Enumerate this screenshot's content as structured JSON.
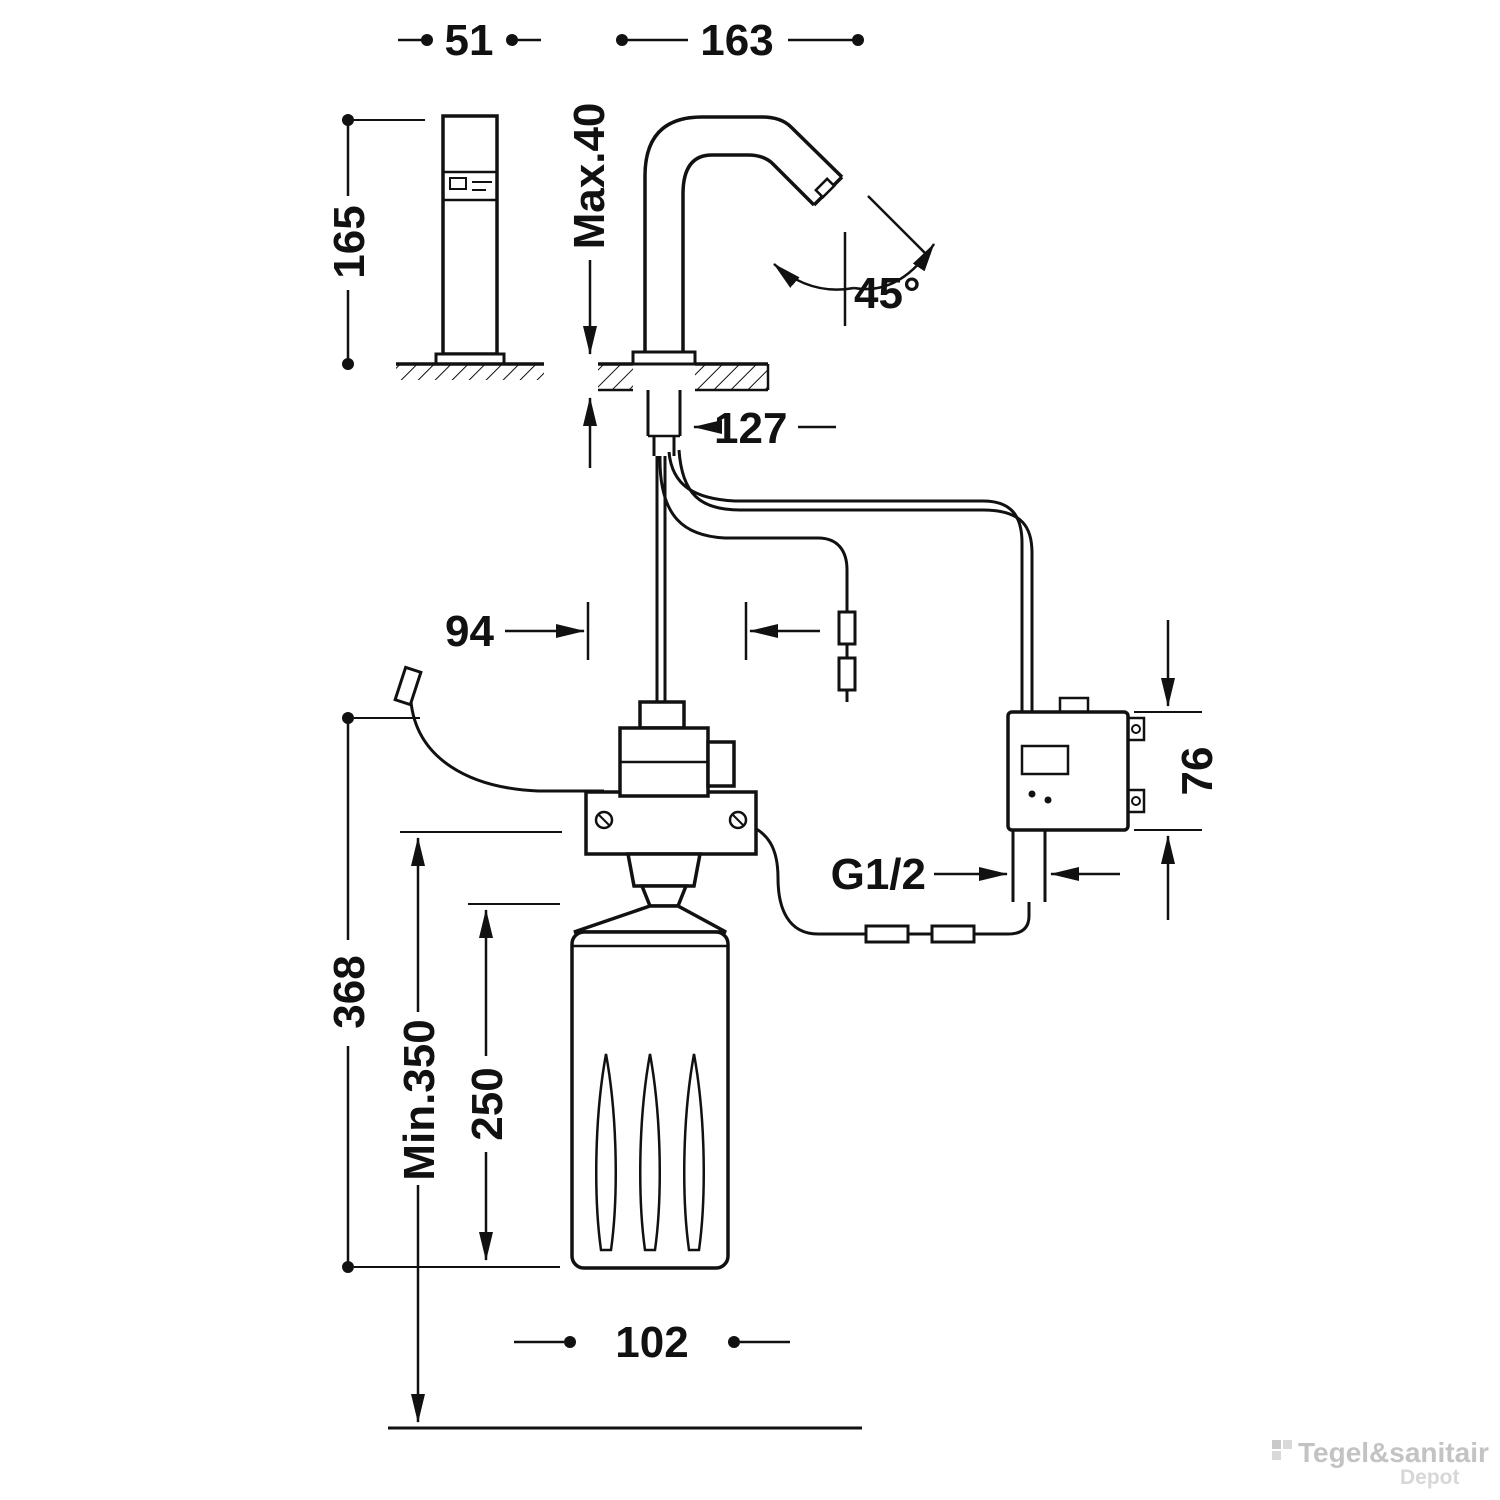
{
  "dimensions": {
    "side_width": "51",
    "spout_reach": "163",
    "side_height": "165",
    "max_deck_thickness": "Max.40",
    "swivel_angle": "45°",
    "below_deck_offset": "127",
    "hose_offset": "94",
    "control_box_height": "76",
    "thread_size": "G1/2",
    "assembly_height": "368",
    "min_clearance": "Min.350",
    "bottle_height": "250",
    "bottle_width": "102"
  },
  "watermark": {
    "brand": "Tegel&sanitair",
    "suffix": "Depot"
  }
}
